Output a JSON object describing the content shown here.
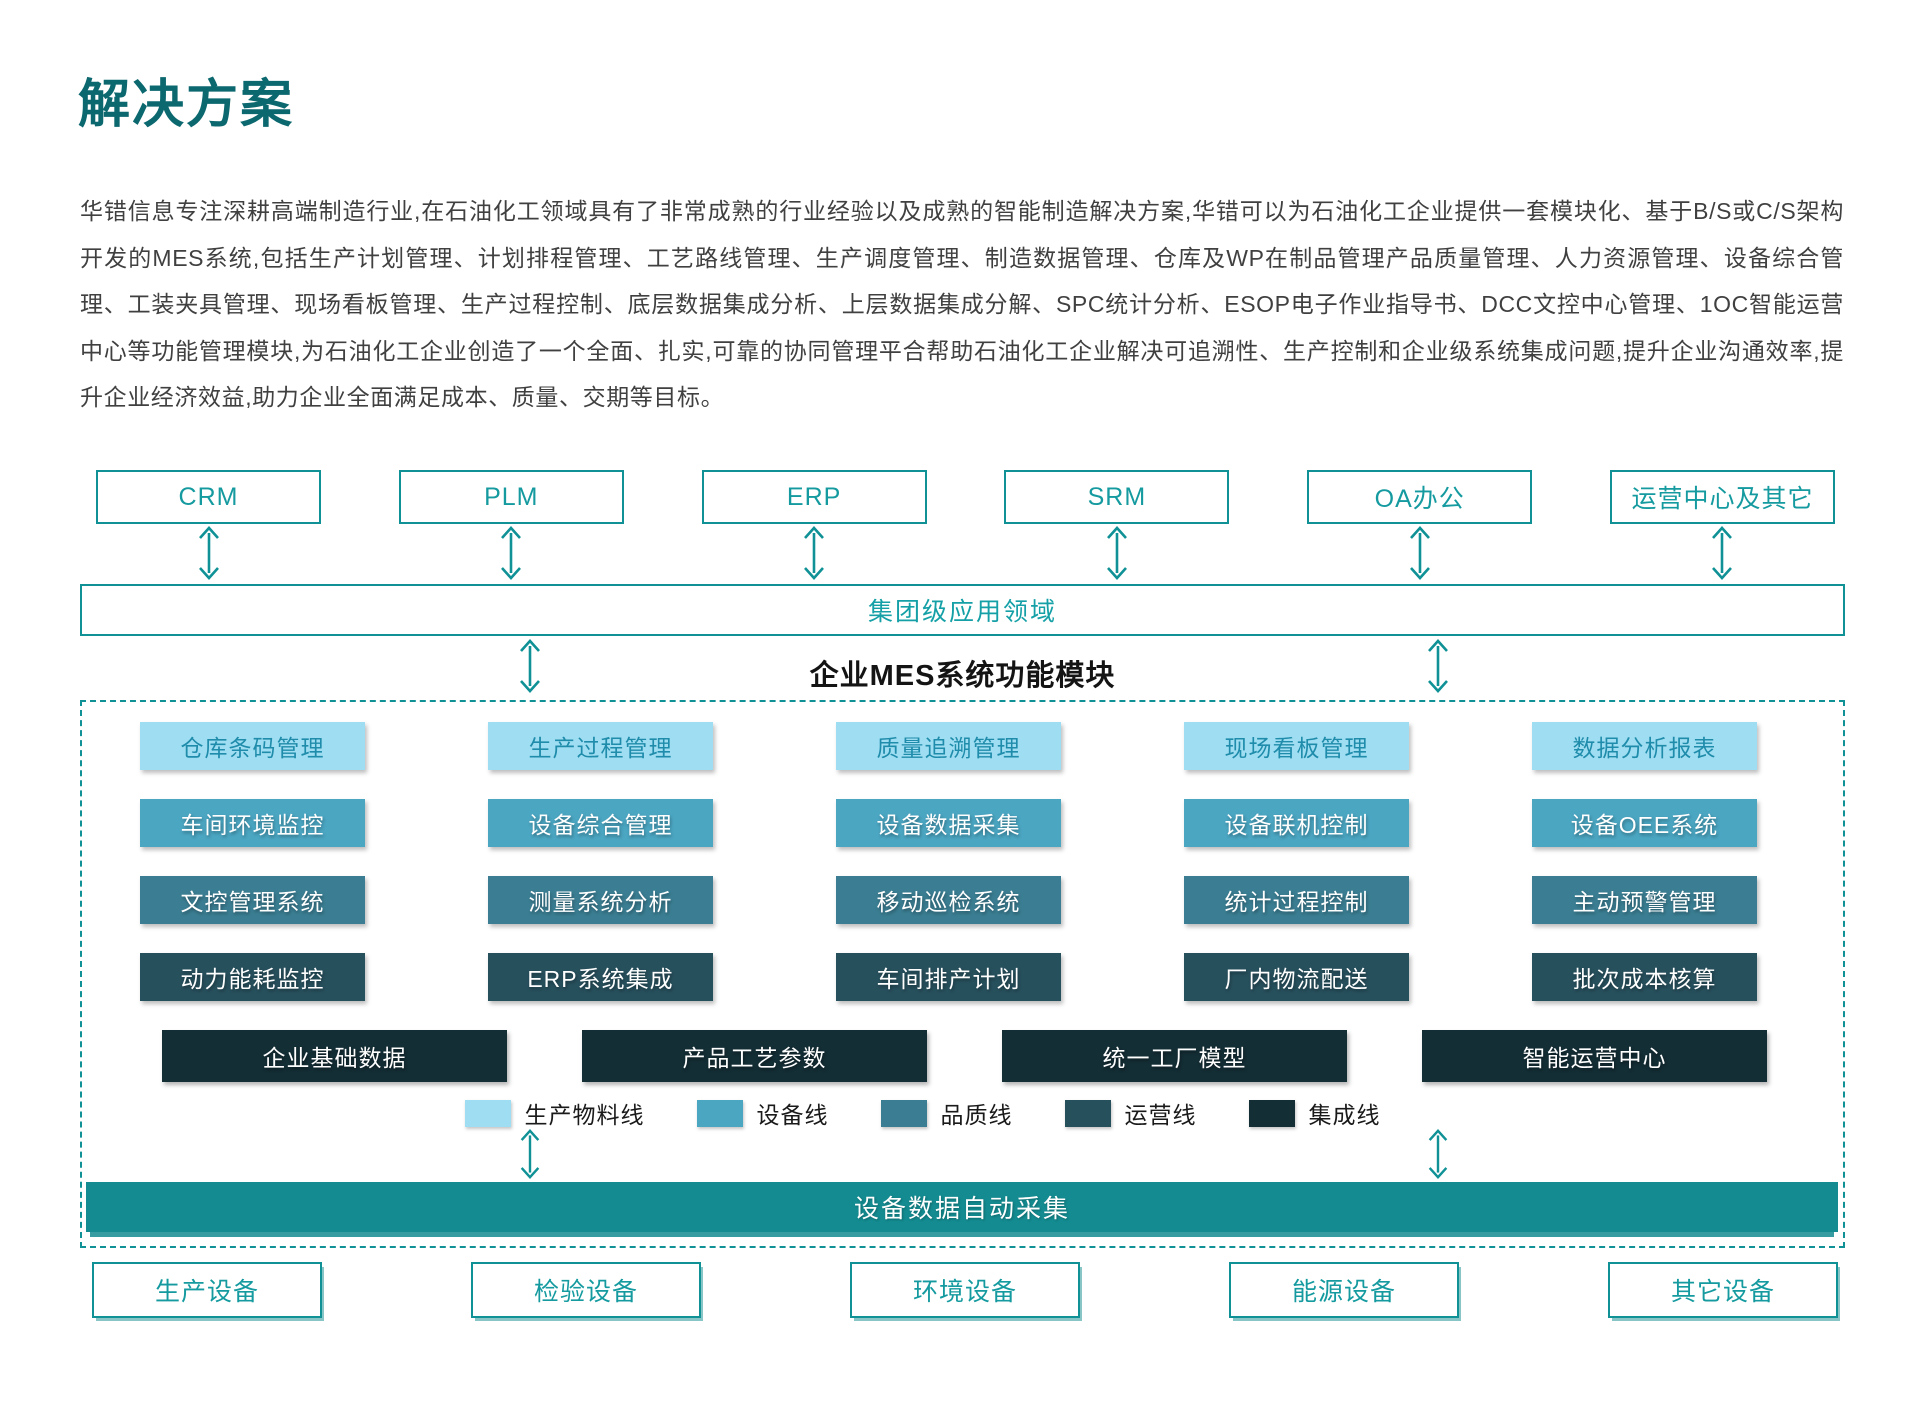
{
  "page": {
    "title": "解决方案",
    "intro": "华错信息专注深耕高端制造行业,在石油化工领域具有了非常成熟的行业经验以及成熟的智能制造解决方案,华错可以为石油化工企业提供一套模块化、基于B/S或C/S架构开发的MES系统,包括生产计划管理、计划排程管理、工艺路线管理、生产调度管理、制造数据管理、仓库及WP在制品管理产品质量管理、人力资源管理、设备综合管理、工装夹具管理、现场看板管理、生产过程控制、底层数据集成分析、上层数据集成分解、SPC统计分析、ESOP电子作业指导书、DCC文控中心管理、1OC智能运营中心等功能管理模块,为石油化工企业创造了一个全面、扎实,可靠的协同管理平合帮助石油化工企业解决可追溯性、生产控制和企业级系统集成问题,提升企业沟通效率,提升企业经济效益,助力企业全面满足成本、质量、交期等目标。"
  },
  "diagram": {
    "accent_color": "#0f9196",
    "top_systems": [
      "CRM",
      "PLM",
      "ERP",
      "SRM",
      "OA办公",
      "运营中心及其它"
    ],
    "group_band": "集团级应用领域",
    "mes_title": "企业MES系统功能模块",
    "module_rows": [
      {
        "name": "生产物料线",
        "color": "#9fdef2",
        "items": [
          "仓库条码管理",
          "生产过程管理",
          "质量追溯管理",
          "现场看板管理",
          "数据分析报表"
        ]
      },
      {
        "name": "设备线",
        "color": "#4ba6c2",
        "items": [
          "车间环境监控",
          "设备综合管理",
          "设备数据采集",
          "设备联机控制",
          "设备OEE系统"
        ]
      },
      {
        "name": "品质线",
        "color": "#3b7e93",
        "items": [
          "文控管理系统",
          "测量系统分析",
          "移动巡检系统",
          "统计过程控制",
          "主动预警管理"
        ]
      },
      {
        "name": "运营线",
        "color": "#27505d",
        "items": [
          "动力能耗监控",
          "ERP系统集成",
          "车间排产计划",
          "厂内物流配送",
          "批次成本核算"
        ]
      }
    ],
    "integration_row": {
      "name": "集成线",
      "color": "#142e36",
      "items": [
        "企业基础数据",
        "产品工艺参数",
        "统一工厂模型",
        "智能运营中心"
      ]
    },
    "legend": [
      {
        "label": "生产物料线",
        "color": "#9fdef2"
      },
      {
        "label": "设备线",
        "color": "#4ba6c2"
      },
      {
        "label": "品质线",
        "color": "#3b7e93"
      },
      {
        "label": "运营线",
        "color": "#27505d"
      },
      {
        "label": "集成线",
        "color": "#142e36"
      }
    ],
    "collection_bar": "设备数据自动采集",
    "devices": [
      "生产设备",
      "检验设备",
      "环境设备",
      "能源设备",
      "其它设备"
    ]
  }
}
